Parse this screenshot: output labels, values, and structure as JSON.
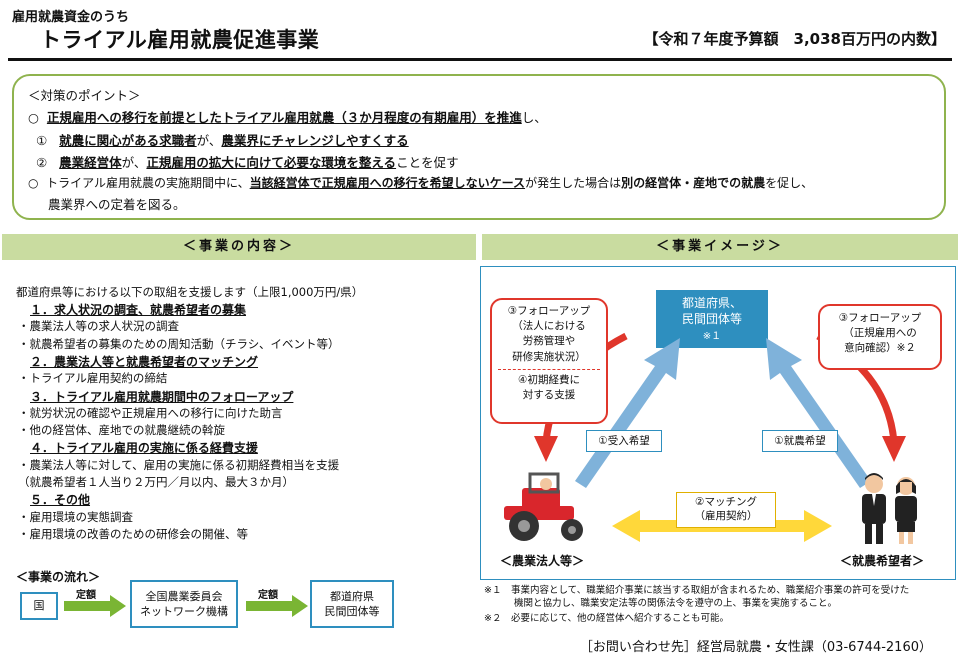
{
  "header": {
    "pre_title": "雇用就農資金のうち",
    "title": "トライアル雇用就農促進事業",
    "budget": "【令和７年度予算額　3,038百万円の内数】"
  },
  "points": {
    "heading": "＜対策のポイント＞",
    "line1": {
      "bullet": "○",
      "u1": "正規雇用への移行を前提としたトライアル雇用就農（３か月程度の有期雇用）を推進",
      "rest": "し、"
    },
    "line2": {
      "bullet": "①",
      "u1": "就農に関心がある求職者",
      "t1": "が、",
      "u2": "農業界にチャレンジしやすくする"
    },
    "line3": {
      "bullet": "②",
      "u1": "農業経営体",
      "t1": "が、",
      "u2": "正規雇用の拡大に向けて必要な環境を整える",
      "t2": "ことを促す"
    },
    "line4": {
      "bullet": "○",
      "t1": "トライアル雇用就農の実施期間中に、",
      "u1": "当該経営体で正規雇用への移行を希望しないケース",
      "t2": "が発生した場合は",
      "b1": "別の経営体・産地での就農",
      "t3": "を促し、"
    },
    "line5": "農業界への定着を図る。"
  },
  "content": {
    "section_title": "＜事業の内容＞",
    "intro": "都道府県等における以下の取組を支援します（上限1,000万円/県）",
    "items": [
      {
        "type": "h",
        "text": "１．求人状況の調査、就農希望者の募集"
      },
      {
        "type": "t",
        "text": "・農業法人等の求人状況の調査"
      },
      {
        "type": "t",
        "text": "・就農希望者の募集のための周知活動（チラシ、イベント等）"
      },
      {
        "type": "h",
        "text": "２．農業法人等と就農希望者のマッチング"
      },
      {
        "type": "t",
        "text": "・トライアル雇用契約の締結"
      },
      {
        "type": "h",
        "text": "３．トライアル雇用就農期間中のフォローアップ"
      },
      {
        "type": "t",
        "text": "・就労状況の確認や正規雇用への移行に向けた助言"
      },
      {
        "type": "t",
        "text": "・他の経営体、産地での就農継続の斡旋"
      },
      {
        "type": "h",
        "text": "４．トライアル雇用の実施に係る経費支援"
      },
      {
        "type": "t",
        "text": "・農業法人等に対して、雇用の実施に係る初期経費相当を支援"
      },
      {
        "type": "t",
        "text": "（就農希望者１人当り２万円／月以内、最大３か月）"
      },
      {
        "type": "h",
        "text": "５．その他"
      },
      {
        "type": "t",
        "text": "・雇用環境の実態調査"
      },
      {
        "type": "t",
        "text": "・雇用環境の改善のための研修会の開催、等"
      }
    ]
  },
  "flow": {
    "title": "＜事業の流れ＞",
    "country": "国",
    "arrow1": "定額",
    "box2_line1": "全国農業委員会",
    "box2_line2": "ネットワーク機構",
    "arrow2": "定額",
    "box3_line1": "都道府県",
    "box3_line2": "民間団体等"
  },
  "image": {
    "section_title": "＜事業イメージ＞",
    "center_line1": "都道府県、",
    "center_line2": "民間団体等",
    "center_line3": "※１",
    "left_callout_1": "③フォローアップ",
    "left_callout_2": "（法人における",
    "left_callout_3": "労務管理や",
    "left_callout_4": "研修実施状況）",
    "left_callout_5": "④初期経費に",
    "left_callout_6": "対する支援",
    "right_callout_1": "③フォローアップ",
    "right_callout_2": "（正規雇用への",
    "right_callout_3": "意向確認）※２",
    "accept_label": "①受入希望",
    "apply_label": "①就農希望",
    "matching_line1": "②マッチング",
    "matching_line2": "（雇用契約）",
    "farm_label": "＜農業法人等＞",
    "seeker_label": "＜就農希望者＞",
    "note1_line1": "※１　事業内容として、職業紹介事業に該当する取組が含まれるため、職業紹介事業の許可を受けた",
    "note1_line2": "機関と協力し、職業安定法等の関係法令を遵守の上、事業を実施すること。",
    "note2": "※２　必要に応じて、他の経営体へ紹介することも可能。"
  },
  "contact": "［お問い合わせ先］経営局就農・女性課（03-6744-2160）",
  "colors": {
    "green_border": "#8fb34e",
    "section_bg": "#c9dca0",
    "blue": "#2e8fbf",
    "red": "#e0362b",
    "yellow": "#ffd83a",
    "light_blue": "#7fb2da"
  }
}
